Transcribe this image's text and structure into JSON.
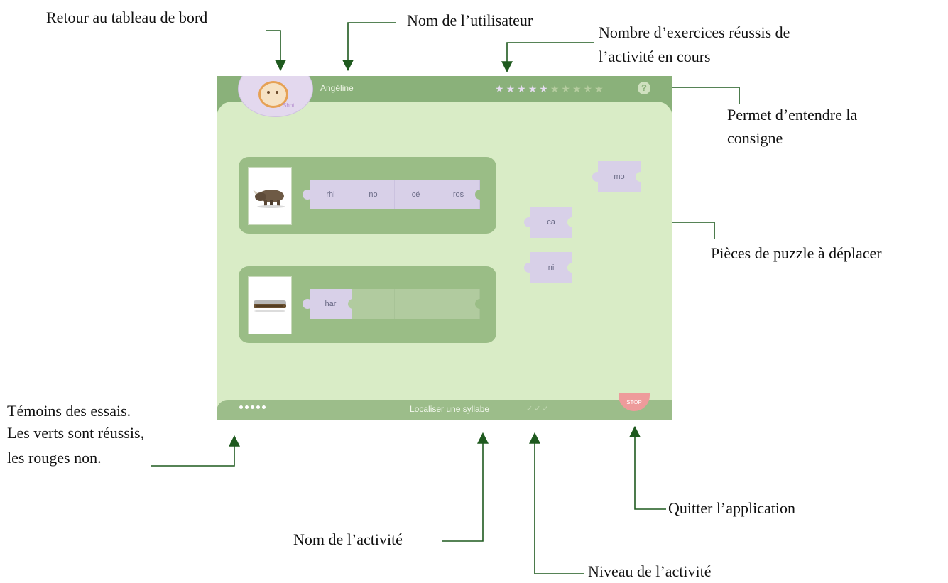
{
  "annotations": {
    "dashboard": "Retour au tableau de bord",
    "username": "Nom de l’utilisateur",
    "successes_1": "Nombre d’exercices réussis de",
    "successes_2": "l’activité en cours",
    "instruction_1": "Permet d’entendre la",
    "instruction_2": "consigne",
    "pieces": "Pièces de puzzle à déplacer",
    "attempts_1": "Témoins des essais.",
    "attempts_2": "Les verts sont réussis,",
    "attempts_3": "les rouges non.",
    "quit": "Quitter l’application",
    "activity_name": "Nom de l’activité",
    "activity_level": "Niveau de l’activité"
  },
  "app": {
    "username": "Angéline",
    "avatar_tag": "Shot",
    "help_label": "?",
    "activity": "Localiser une syllabe",
    "stop_label": "STOP",
    "stars_filled": 5,
    "stars_total": 10,
    "attempt_dots": 5,
    "level": 3,
    "level_max": 3,
    "colors": {
      "panel": "#d9ecc6",
      "frame": "#8ab17a",
      "piece": "#d8d0e8",
      "stop": "#ee9b9b",
      "annotation_line": "#1f5a1f"
    },
    "exercises": [
      {
        "picture_icon": "rhinoceros-icon",
        "syllables": [
          "rhi",
          "no",
          "cé",
          "ros"
        ],
        "filled": 4
      },
      {
        "picture_icon": "harmonica-icon",
        "syllables": [
          "har",
          "",
          "",
          ""
        ],
        "filled": 1
      }
    ],
    "loose_pieces": [
      "mo",
      "ca",
      "ni"
    ]
  }
}
